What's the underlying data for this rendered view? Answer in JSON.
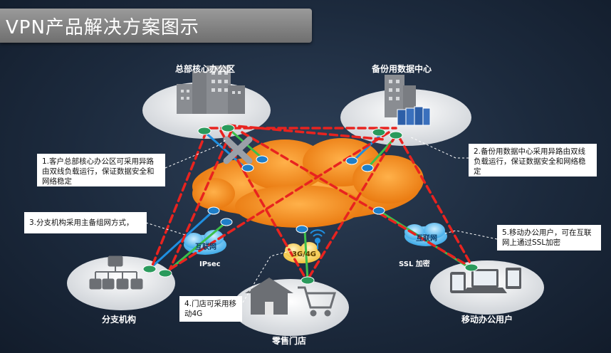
{
  "title": "VPN产品解决方案图示",
  "sites": {
    "hq": "总部核心办公区",
    "backup": "备份用数据中心",
    "branch": "分支机构",
    "retail": "零售门店",
    "mobile": "移动办公用户"
  },
  "notes": {
    "hq": "1.客户总部核心办公区可采用异路由双线负载运行，保证数据安全和网络稳定",
    "backup": "2.备份用数据中心采用异路由双线负载运行，保证数据安全和网络稳定",
    "branch": "3.分支机构采用主备组网方式，",
    "retail": "4.门店可采用移动4G",
    "mobile": "5.移动办公用户，可在互联网上通过SSL加密"
  },
  "net_labels": {
    "branch_cloud": "互联网",
    "ipsec": "IPsec",
    "retail_cloud": "3G/4G",
    "mobile_cloud": "互联网",
    "ssl": "SSL 加密"
  },
  "colors": {
    "tunnel": "#e8231f",
    "blue_link": "#1f8fe0",
    "green_link": "#3cc04a",
    "core_cloud": "#f58a1f",
    "site_ellipse": "#e6e6e6"
  }
}
